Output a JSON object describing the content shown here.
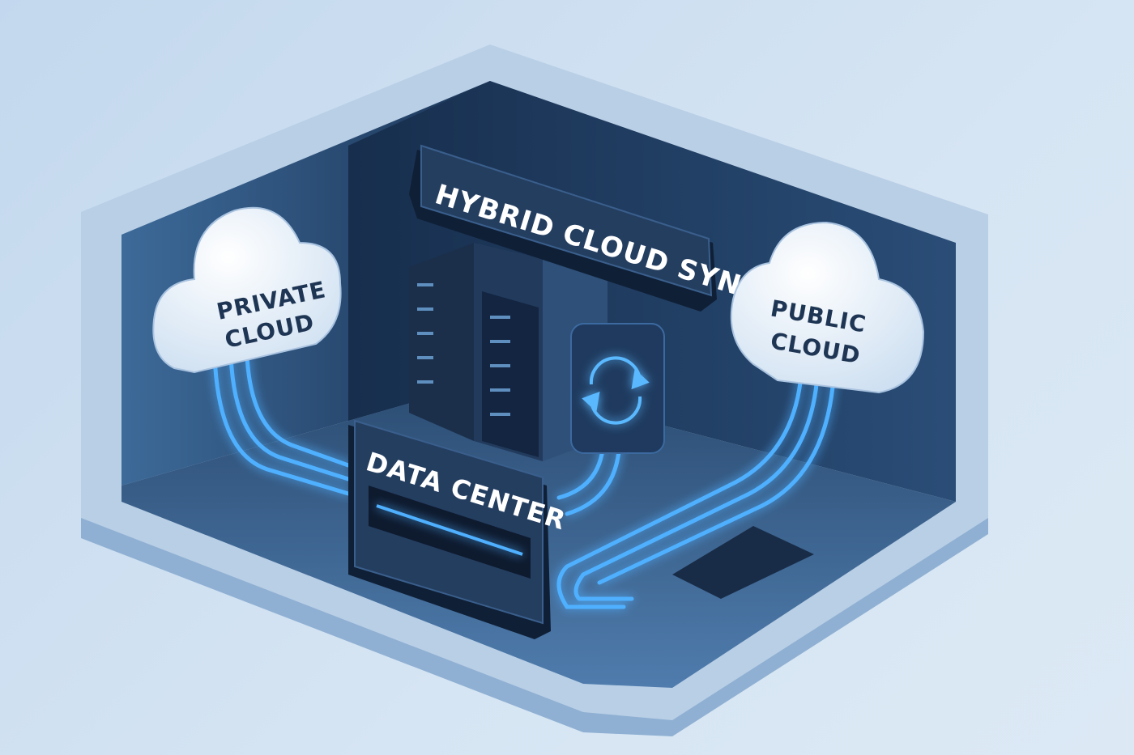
{
  "labels": {
    "hybrid_sign": "HYBRID CLOUD SYNC",
    "private_cloud_line1": "PRIVATE",
    "private_cloud_line2": "CLOUD",
    "public_cloud_line1": "PUBLIC",
    "public_cloud_line2": "CLOUD",
    "data_center": "DATA CENTER"
  },
  "icons": {
    "sync": "sync-arrows-icon",
    "server": "server-rack-icon",
    "cloud": "cloud-icon"
  },
  "colors": {
    "background": "#cfe0f1",
    "wall_dark": "#1f3b5e",
    "wall_rim": "#b4cbe4",
    "floor": "#33597f",
    "glow": "#3aa0ff",
    "sign": "#1d3350",
    "cloud": "#eef4fb"
  }
}
